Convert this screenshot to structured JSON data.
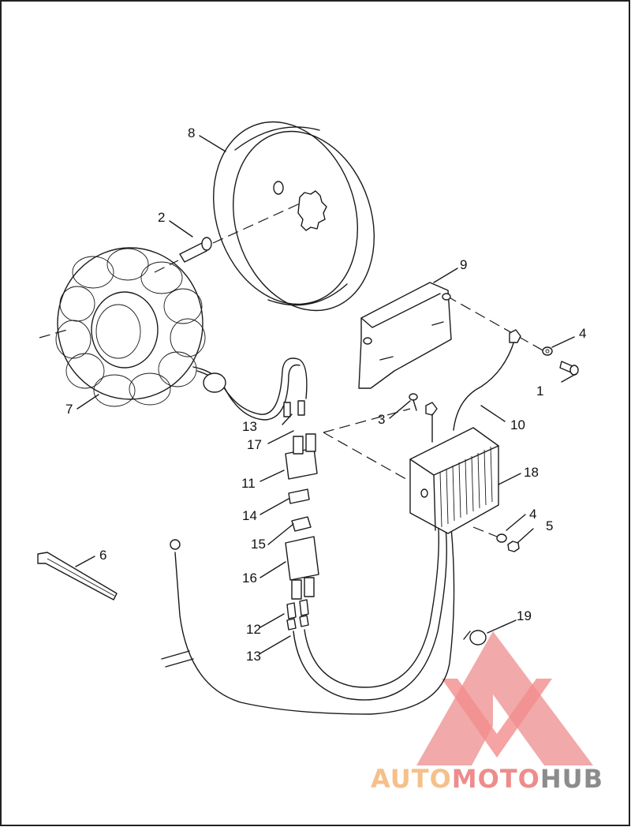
{
  "callouts": {
    "c1": "1",
    "c2": "2",
    "c3": "3",
    "c4a": "4",
    "c4b": "4",
    "c5": "5",
    "c6": "6",
    "c7": "7",
    "c8": "8",
    "c9": "9",
    "c10": "10",
    "c11": "11",
    "c12": "12",
    "c13a": "13",
    "c13b": "13",
    "c14": "14",
    "c15": "15",
    "c16": "16",
    "c17": "17",
    "c18": "18",
    "c19": "19"
  },
  "watermark": {
    "part1": "AUTO",
    "part2": "MOTO",
    "part3": "HUB",
    "color_light": "#f5c08a",
    "color_red": "#ee8c8c",
    "color_gray": "#8c8c8c"
  }
}
